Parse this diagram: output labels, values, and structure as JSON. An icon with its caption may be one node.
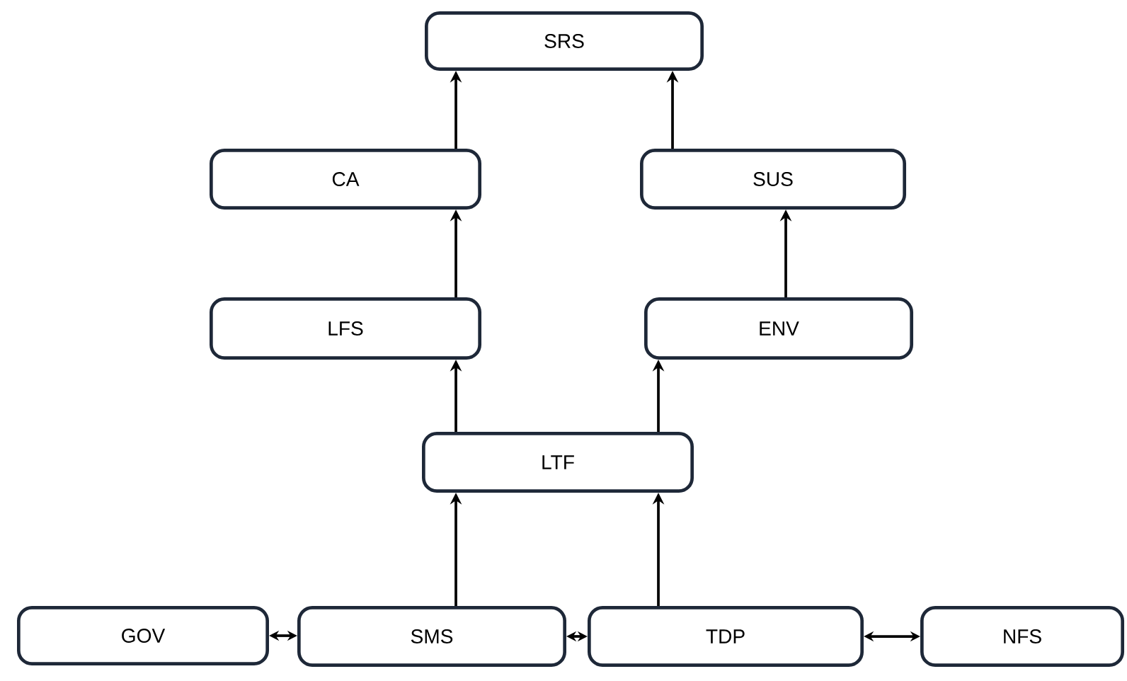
{
  "diagram": {
    "nodes": [
      {
        "text": [
          "SRS"
        ]
      },
      {
        "text": [
          "CA"
        ]
      },
      {
        "text": [
          "SUS"
        ]
      },
      {
        "text": [
          "LFS"
        ]
      },
      {
        "text": [
          "ENV"
        ]
      },
      {
        "text": [
          "LTF"
        ]
      },
      {
        "text": [
          "GOV"
        ]
      },
      {
        "text": [
          "SMS"
        ]
      },
      {
        "text": [
          "TDP"
        ]
      },
      {
        "text": [
          "NFS"
        ]
      }
    ],
    "edges": [
      {
        "from": 3,
        "to": 1,
        "arrow": "to"
      },
      {
        "from": 1,
        "to": 0,
        "arrow": "to"
      },
      {
        "from": 2,
        "to": 0,
        "arrow": "to"
      },
      {
        "from": 4,
        "to": 2,
        "arrow": "to"
      },
      {
        "from": 5,
        "to": 3,
        "arrow": "to"
      },
      {
        "from": 5,
        "to": 4,
        "arrow": "to"
      },
      {
        "from": 7,
        "to": 5,
        "arrow": "to"
      },
      {
        "from": 8,
        "to": 5,
        "arrow": "to"
      },
      {
        "from": 6,
        "to": 7,
        "arrow": "both"
      },
      {
        "from": 7,
        "to": 8,
        "arrow": "both"
      },
      {
        "from": 8,
        "to": 9,
        "arrow": "both"
      }
    ]
  }
}
